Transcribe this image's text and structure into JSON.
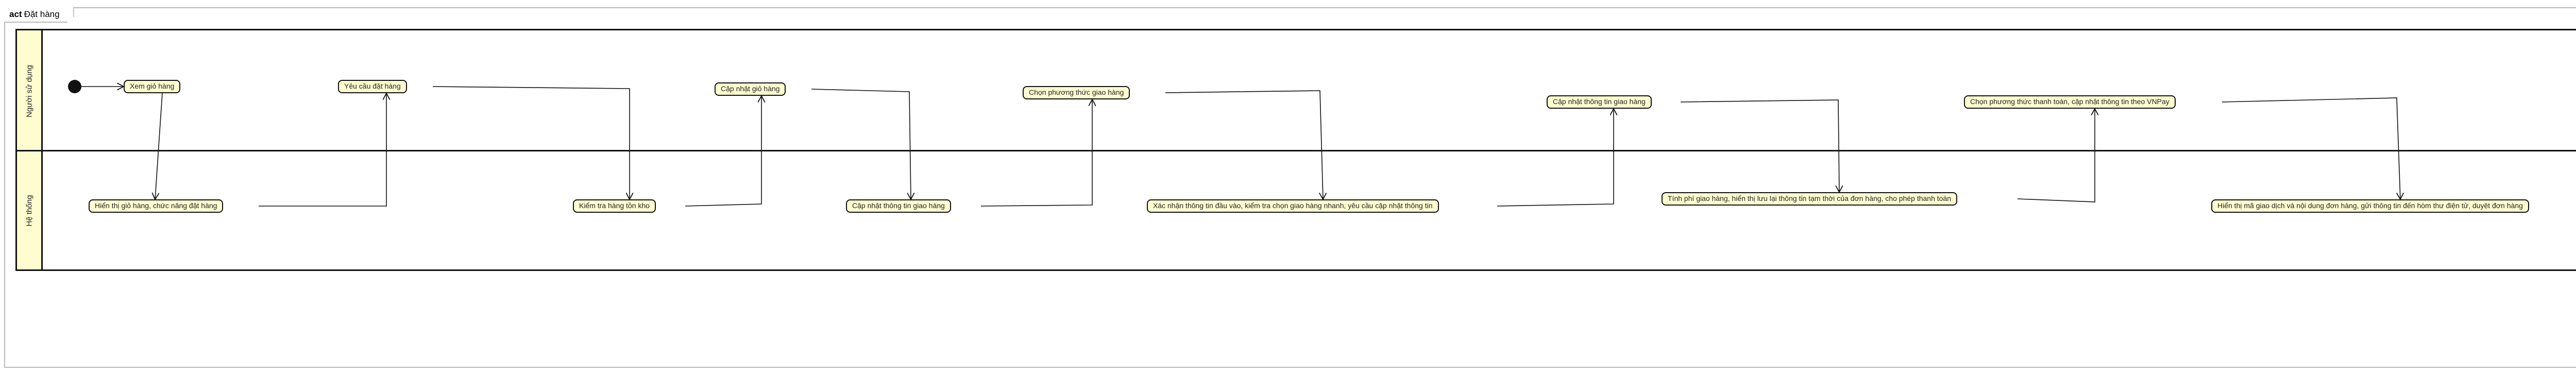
{
  "diagram": {
    "frame_keyword": "act",
    "frame_title": "Đặt hàng",
    "lanes": [
      {
        "label": "Người sử dụng"
      },
      {
        "label": "Hệ thống"
      }
    ],
    "actions": [
      {
        "label": "Xem giỏ hàng"
      },
      {
        "label": "Hiển thị giỏ hàng, chức năng đặt hàng"
      },
      {
        "label": "Yêu cầu đặt hàng"
      },
      {
        "label": "Kiểm tra hàng tồn kho"
      },
      {
        "label": "Cập nhật giỏ hàng"
      },
      {
        "label": "Cập nhật thông tin giao hàng"
      },
      {
        "label": "Chọn phương thức giao hàng"
      },
      {
        "label": "Xác nhận thông tin đầu vào, kiểm tra chọn giao hàng nhanh, yêu cầu cập nhật thông tin"
      },
      {
        "label": "Cập nhật thông tin giao hàng"
      },
      {
        "label": "Tính phí giao hàng, hiển thị lưu lại thông tin tạm thời của đơn hàng, cho phép thanh toán"
      },
      {
        "label": "Chọn phương thức thanh toán, cập nhật thông tin theo VNPay"
      },
      {
        "label": "Hiển thị mã giao dịch và nội dung đơn hàng, gửi thông tin đến hòm thư điện tử, duyệt đơn hàng"
      }
    ]
  }
}
